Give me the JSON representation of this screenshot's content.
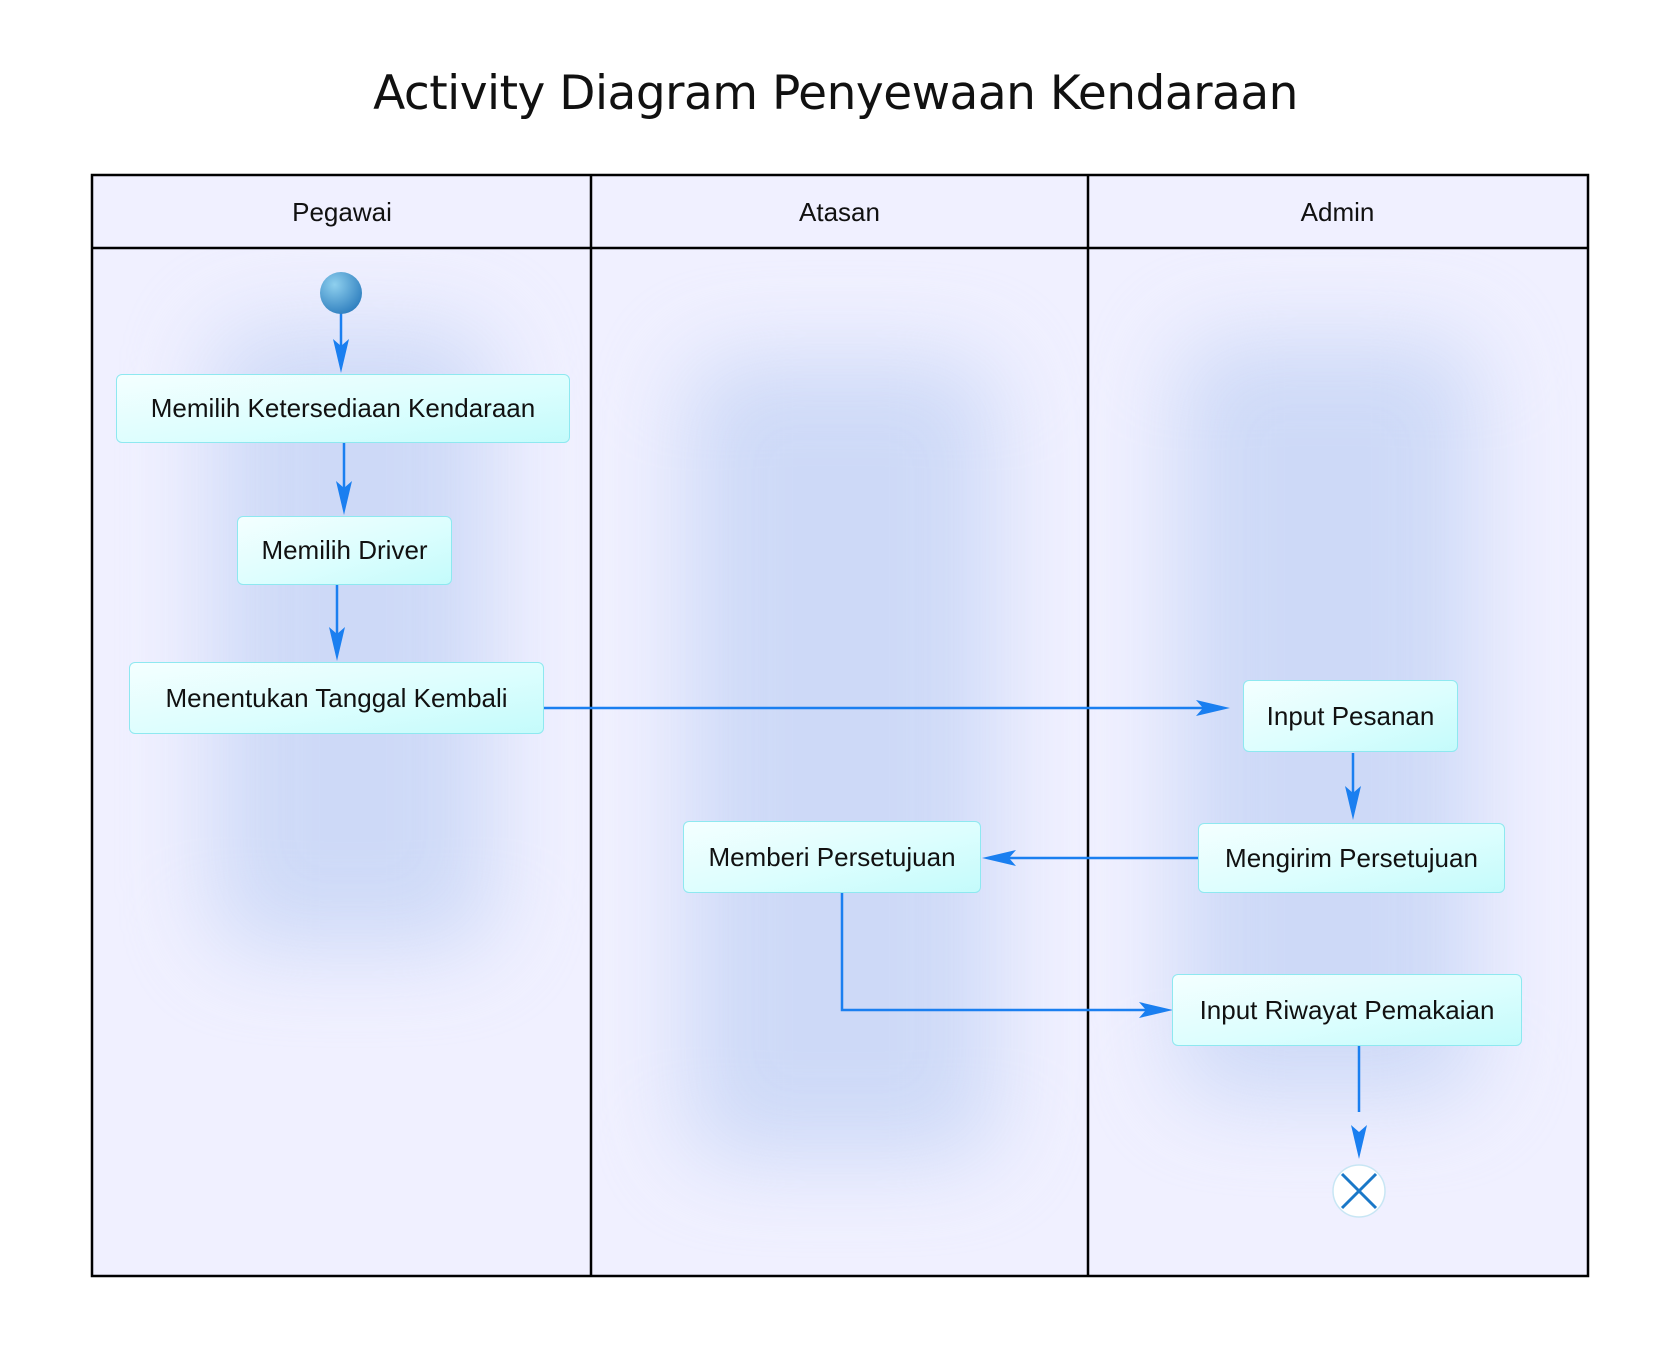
{
  "title": "Activity Diagram Penyewaan Kendaraan",
  "lanes": [
    {
      "label": "Pegawai"
    },
    {
      "label": "Atasan"
    },
    {
      "label": "Admin"
    }
  ],
  "activities": {
    "memilih_ketersediaan": "Memilih Ketersediaan Kendaraan",
    "memilih_driver": "Memilih Driver",
    "menentukan_tanggal": "Menentukan Tanggal Kembali",
    "input_pesanan": "Input Pesanan",
    "mengirim_persetujuan": "Mengirim Persetujuan",
    "memberi_persetujuan": "Memberi Persetujuan",
    "input_riwayat": "Input Riwayat Pemakaian"
  },
  "colors": {
    "flow": "#1a7ff0",
    "frame": "#000000",
    "lane_fill": "#f0f0ff",
    "node_border": "#8ee8f0",
    "start_node": "#3a8ccc",
    "end_node": "#1a78c8"
  }
}
